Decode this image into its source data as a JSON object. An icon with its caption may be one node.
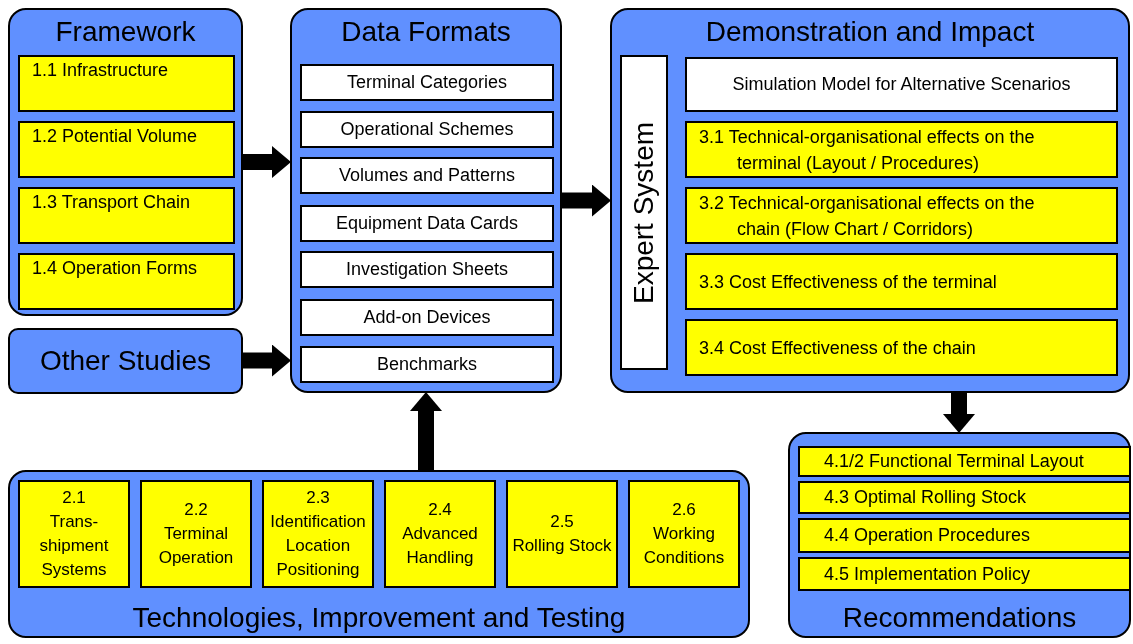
{
  "diagram": {
    "nodes": [
      {
        "text": [
          "Framework"
        ]
      },
      {
        "text": [
          "1.1 Infrastructure"
        ],
        "in": 0
      },
      {
        "text": [
          "1.2 Potential Volume"
        ],
        "in": 0
      },
      {
        "text": [
          "1.3 Transport Chain"
        ],
        "in": 0
      },
      {
        "text": [
          "1.4 Operation Forms"
        ],
        "in": 0
      },
      {
        "text": [
          "Other Studies"
        ]
      },
      {
        "text": [
          "Data Formats"
        ]
      },
      {
        "text": [
          "Terminal Categories"
        ],
        "in": 6
      },
      {
        "text": [
          "Operational Schemes"
        ],
        "in": 6
      },
      {
        "text": [
          "Volumes and Patterns"
        ],
        "in": 6
      },
      {
        "text": [
          "Equipment Data Cards"
        ],
        "in": 6
      },
      {
        "text": [
          "Investigation Sheets"
        ],
        "in": 6
      },
      {
        "text": [
          "Add-on Devices"
        ],
        "in": 6
      },
      {
        "text": [
          "Benchmarks"
        ],
        "in": 6
      },
      {
        "text": [
          "Demonstration and Impact"
        ]
      },
      {
        "text": [
          "Expert System"
        ],
        "in": 14
      },
      {
        "text": [
          "Simulation Model for Alternative Scenarios"
        ],
        "in": 14
      },
      {
        "text": [
          "3.1 Technical-organisational effects on the terminal (Layout / Procedures)"
        ],
        "in": 14
      },
      {
        "text": [
          "3.2 Technical-organisational effects on the chain (Flow Chart / Corridors)"
        ],
        "in": 14
      },
      {
        "text": [
          "3.3 Cost Effectiveness of the terminal"
        ],
        "in": 14
      },
      {
        "text": [
          "3.4 Cost Effectiveness of the chain"
        ],
        "in": 14
      },
      {
        "text": [
          "Technologies, Improvement and Testing"
        ]
      },
      {
        "text": [
          "2.1",
          "Trans- shipment Systems"
        ],
        "in": 21
      },
      {
        "text": [
          "2.2",
          "Terminal Operation"
        ],
        "in": 21
      },
      {
        "text": [
          "2.3",
          "Identification Location Positioning"
        ],
        "in": 21
      },
      {
        "text": [
          "2.4",
          "Advanced Handling"
        ],
        "in": 21
      },
      {
        "text": [
          "2.5",
          "Rolling Stock"
        ],
        "in": 21
      },
      {
        "text": [
          "2.6",
          "Working Conditions"
        ],
        "in": 21
      },
      {
        "text": [
          "Recommendations"
        ]
      },
      {
        "text": [
          "4.1/2 Functional Terminal Layout"
        ],
        "in": 28
      },
      {
        "text": [
          "4.3 Optimal Rolling Stock"
        ],
        "in": 28
      },
      {
        "text": [
          "4.4 Operation Procedures"
        ],
        "in": 28
      },
      {
        "text": [
          "4.5 Implementation Policy"
        ],
        "in": 28
      }
    ],
    "edges": [
      {
        "from": 0,
        "to": 6,
        "arrow": "to"
      },
      {
        "from": 5,
        "to": 6,
        "arrow": "to"
      },
      {
        "from": 6,
        "to": 14,
        "arrow": "to"
      },
      {
        "from": 21,
        "to": 6,
        "arrow": "to"
      },
      {
        "from": 14,
        "to": 28,
        "arrow": "to"
      }
    ]
  }
}
